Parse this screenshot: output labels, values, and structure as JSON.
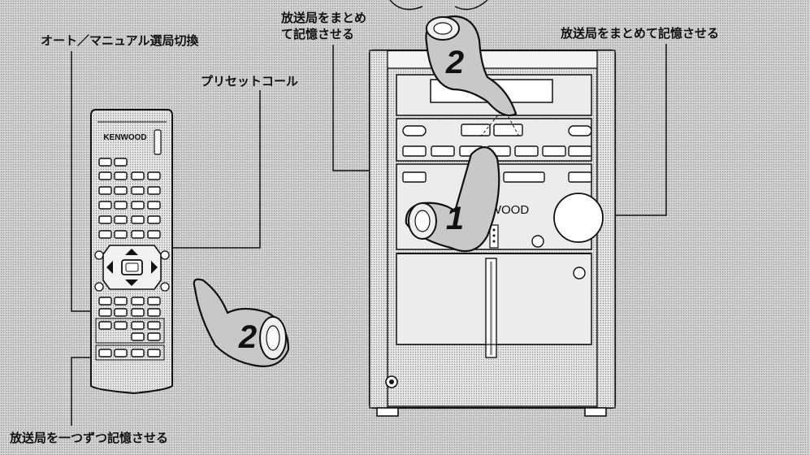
{
  "labels": {
    "auto_manual": "オート／マニュアル選局切換",
    "preset_call": "プリセットコール",
    "memory_all_left_line1": "放送局をまとめ",
    "memory_all_left_line2": "て記憶させる",
    "memory_all_right": "放送局をまとめて記憶させる",
    "memory_one": "放送局を一つずつ記憶させる"
  },
  "brand": {
    "remote": "KENWOOD",
    "unit": "NWOOD"
  },
  "steps": {
    "step1": "1",
    "step2": "2"
  }
}
